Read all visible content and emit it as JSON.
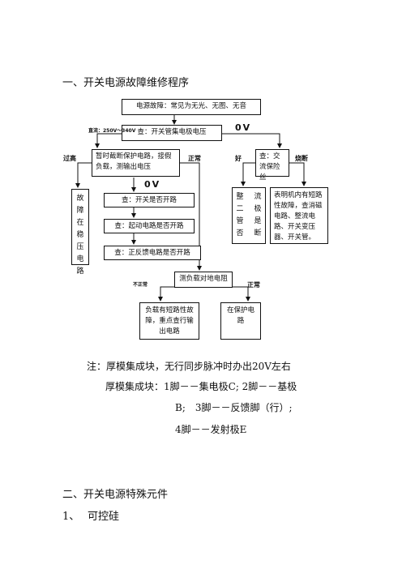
{
  "section1_title": "一、开关电源故障维修程序",
  "flow": {
    "top_box": "电源故障：常见为无光、无图、无音",
    "check_collector": "查：开关管集电极电压",
    "label_dc": "直流：250V～340V",
    "label_0v_a": "0V",
    "label_high": "过高",
    "label_normal_a": "正常",
    "label_good": "好",
    "label_blown": "烧断",
    "disconnect_box": "暂时截断保护电路，接假负载，测输出电压",
    "check_fuse": "查：交流保险丝",
    "label_0v_b": "0V",
    "regulator_fault": "故障在稳压电路",
    "check_switch": "查：开关是否开路",
    "check_start": "查：起动电路是否开路",
    "check_feedback": "查：正反馈电路是否开路",
    "rectifier_col1": "整二管否",
    "rectifier_col2": "流极是断",
    "internal_short": "表明机内有短路性故障，查消磁电路、整流电路、开关变压器、开关管。",
    "measure_load": "测负载对地电阻",
    "label_abnormal": "不正常",
    "label_normal_b": "正常",
    "load_short": "负载有短路性故障，重点查行输出电路",
    "protection": "在保护电路"
  },
  "notes": {
    "line1": "注：厚模集成块，无行同步脉冲时办出20V左右",
    "line2": "厚模集成块：1脚－－集电极C; 2脚－－基极",
    "line3": "B;　3脚－－反馈脚（行）;",
    "line4": "4脚－－发射极E"
  },
  "section2_title": "二、开关电源特殊元件",
  "item1_number": "1、",
  "item1_label": "可控硅"
}
